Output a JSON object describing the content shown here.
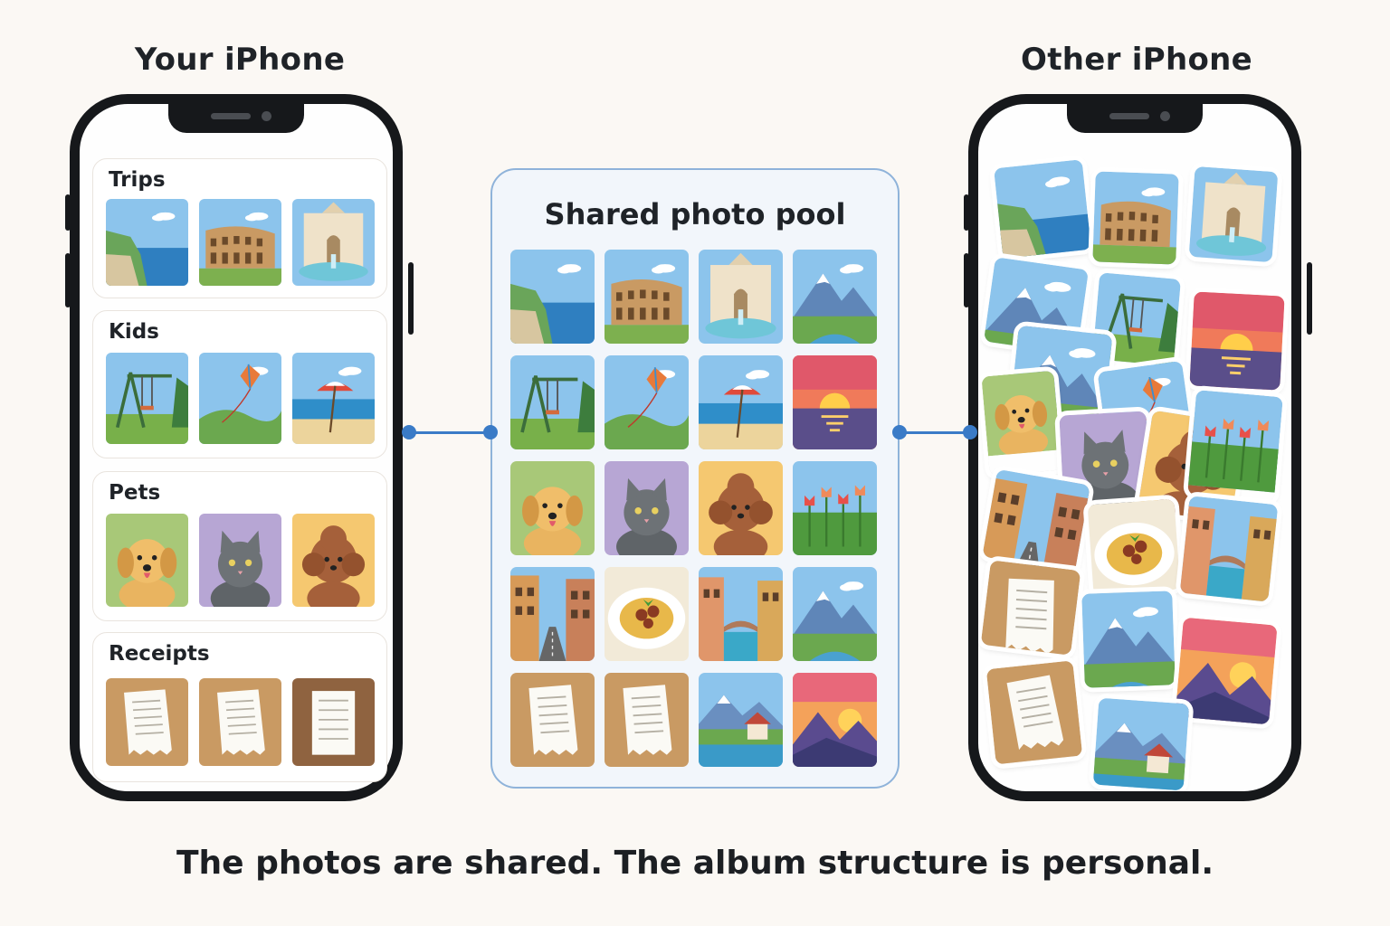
{
  "left_heading": "Your iPhone",
  "right_heading": "Other iPhone",
  "pool_title": "Shared photo pool",
  "caption": "The photos are shared. The album structure is personal.",
  "albums": [
    {
      "name": "Trips",
      "photos": [
        "coast",
        "colosseum",
        "fountain"
      ]
    },
    {
      "name": "Kids",
      "photos": [
        "swing",
        "kite",
        "beach"
      ]
    },
    {
      "name": "Pets",
      "photos": [
        "dog",
        "cat",
        "poodle"
      ]
    },
    {
      "name": "Receipts",
      "photos": [
        "receipt",
        "receipt",
        "receipt-dark"
      ]
    }
  ],
  "pool_photos": [
    "coast",
    "colosseum",
    "fountain",
    "mountain",
    "swing",
    "kite",
    "beach",
    "sunset",
    "dog",
    "cat",
    "poodle",
    "tulips",
    "street",
    "pasta",
    "canal",
    "mountain",
    "receipt",
    "receipt",
    "village",
    "sunset-mountain"
  ],
  "other_photos": [
    "coast",
    "colosseum",
    "fountain",
    "mountain",
    "swing",
    "sunset",
    "mountain",
    "kite",
    "dog",
    "cat",
    "poodle",
    "tulips",
    "street",
    "pasta",
    "canal",
    "receipt",
    "mountain",
    "sunset-mountain",
    "receipt",
    "village"
  ],
  "colors": {
    "accent": "#3a7bc7",
    "pool_border": "#8fb3da",
    "frame": "#16181b"
  }
}
